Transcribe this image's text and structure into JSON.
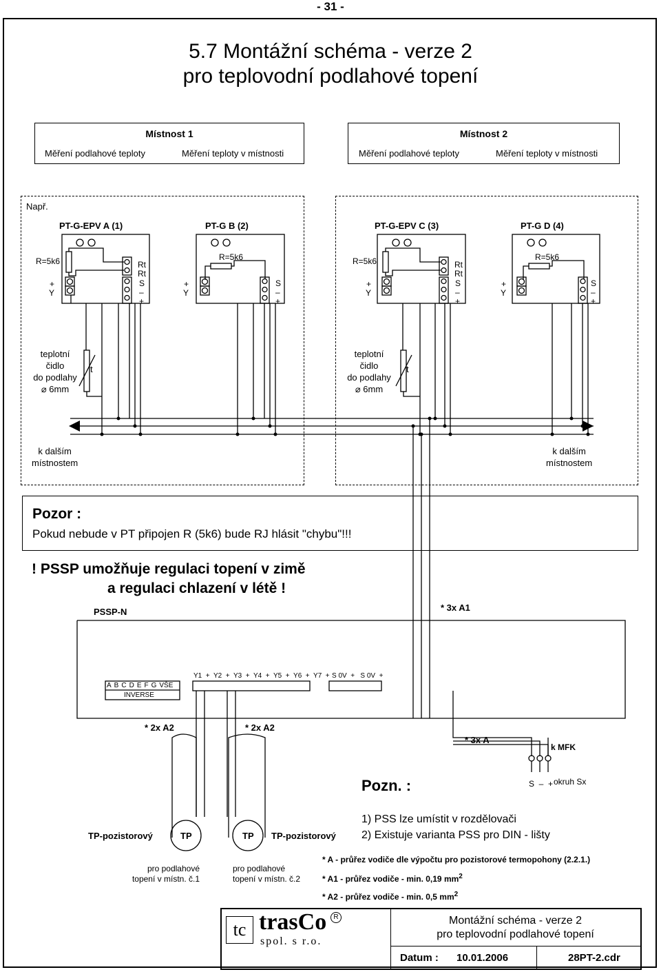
{
  "page_number": "- 31 -",
  "title_line1": "5.7  Montážní schéma - verze 2",
  "title_line2": "pro teplovodní podlahové topení",
  "room1": {
    "name": "Místnost 1",
    "col1": "Měření podlahové teploty",
    "col2": "Měření teploty v místnosti"
  },
  "room2": {
    "name": "Místnost 2",
    "col1": "Měření podlahové teploty",
    "col2": "Měření teploty v místnosti"
  },
  "example_label": "Např.",
  "devices": [
    {
      "name": "PT-G-EPV A (1)"
    },
    {
      "name": "PT-G B (2)"
    },
    {
      "name": "PT-G-EPV C (3)"
    },
    {
      "name": "PT-G D (4)"
    }
  ],
  "resistor": "R=5k6",
  "rt": "Rt",
  "terminal_plus": "+",
  "terminal_y": "Y",
  "terminal_s": "S",
  "terminal_minus": "–",
  "sensor": {
    "line1": "teplotní čidlo",
    "line2": "do podlahy",
    "line3": "6mm",
    "t": "t"
  },
  "next_rooms": {
    "line1": "k dalším",
    "line2": "místnostem"
  },
  "warning": {
    "title": "Pozor :",
    "text": "Pokud nebude v PT připojen R (5k6) bude RJ hlásit \"chybu\"!!!"
  },
  "pssp_note": {
    "line1": "! PSSP umožňuje regulaci topení v zimě",
    "line2": "a regulaci chlazení v létě !"
  },
  "pssp_n": "PSSP-N",
  "cable_a1": "*  3x A1",
  "cable_a2": "*  2x A2",
  "cable_a": "*  3x A",
  "inverse_terms": [
    "A",
    "B",
    "C",
    "D",
    "E",
    "F",
    "G",
    "VŠE"
  ],
  "inverse_label": "INVERSE",
  "y_terms": "Y1  +  Y2  +  Y3  +  Y4  +  Y5  +  Y6  +  Y7  +",
  "s_terms": "S 0V  +   S 0V  +",
  "mfk": "k MFK",
  "circuit_terms": "S  –  +",
  "circuit_label": "okruh Sx",
  "pozn_title": "Pozn. :",
  "pozn_items": [
    "1) PSS lze umístit v rozdělovači",
    "2) Existuje varianta PSS pro DIN - lišty"
  ],
  "tp": "TP",
  "tp_pozist": "TP-pozistorový",
  "heating1": {
    "line1": "pro podlahové",
    "line2": "topení v místn. č.1"
  },
  "heating2": {
    "line1": "pro podlahové",
    "line2": "topení v místn. č.2"
  },
  "legend": [
    {
      "text": "*  A  -  průřez vodiče dle výpočtu pro pozistorové termopohony (2.2.1.)"
    },
    {
      "text": "*  A1  -  průřez vodiče - min. 0,19 mm",
      "sup": "2"
    },
    {
      "text": "*  A2  -  průřez vodiče - min. 0,5 mm",
      "sup": "2"
    }
  ],
  "logo": {
    "brand": "trasCo",
    "sub": "spol. s r.o.",
    "reg": "R"
  },
  "footer": {
    "title1": "Montážní schéma - verze 2",
    "title2": "pro teplovodní podlahové topení",
    "date_label": "Datum :",
    "date": "10.01.2006",
    "doc": "28PT-2.cdr"
  }
}
